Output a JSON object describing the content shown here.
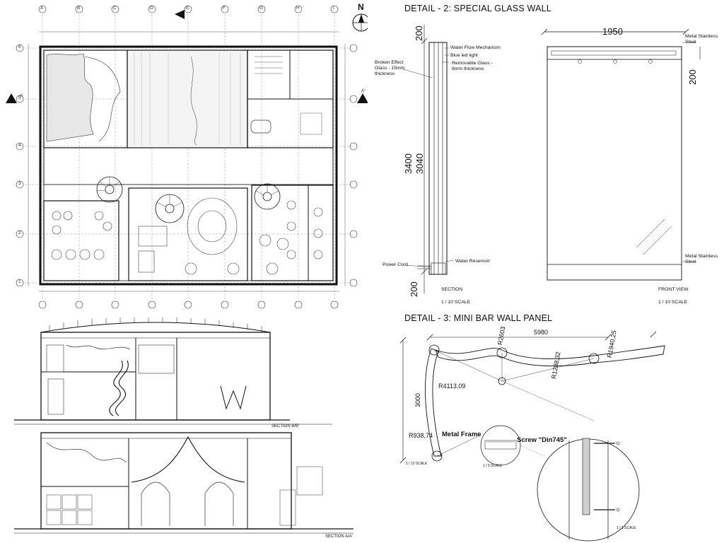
{
  "plan": {
    "north_label": "N",
    "grid_cols": [
      "A",
      "B",
      "C",
      "D",
      "E",
      "F",
      "G",
      "H",
      "I"
    ],
    "grid_rows": [
      "6",
      "5",
      "4",
      "3",
      "2",
      "1"
    ],
    "section_marks": [
      "A",
      "A'"
    ],
    "section_bb": "SECTION B/B'",
    "section_aa": "SECTION A/A'"
  },
  "detail2": {
    "title": "DETAIL - 2: SPECIAL GLASS WALL",
    "dim_top": "200",
    "dim_height_total": "3400",
    "dim_height_glass": "3040",
    "dim_bottom": "200",
    "dim_width": "1950",
    "dim_front_top": "200",
    "note_water_flow": "Water Flow Mechanism",
    "note_blue_led": "Blue led light",
    "note_removable_1": "Removable Glass -",
    "note_removable_2": "8mm thickness",
    "note_broken_1": "Broken Effect",
    "note_broken_2": "Glass - 15mm",
    "note_broken_3": "thickness",
    "note_power": "Power Cord",
    "note_reservoir": "Water Reservoir",
    "note_steel_top_1": "Metal Stainless",
    "note_steel_top_2": "Steel",
    "note_steel_bot_1": "Metal Stainless",
    "note_steel_bot_2": "Steel",
    "section_label": "SECTION",
    "section_scale": "1 / 10 SCALE",
    "front_label": "FRONT VIEW",
    "front_scale": "1 / 10 SCALE"
  },
  "detail3": {
    "title": "DETAIL - 3: MINI BAR WALL PANEL",
    "dim_r2603": "R2603",
    "dim_5980": "5980",
    "dim_r1940": "R1940,25",
    "dim_r1288": "R1288,32",
    "dim_3000": "3000",
    "dim_r4113": "R4113,09",
    "dim_r938": "R938,74",
    "note_frame": "Metal Frame",
    "note_screw": "Screw \"Din745\"",
    "scale_1": "1 / 10 SCALE",
    "scale_2": "1 / 5 SCALE",
    "scale_3": "1 / 1 SCALE"
  },
  "colors": {
    "line": "#111111",
    "fill_grey": "#cfcfcf"
  }
}
